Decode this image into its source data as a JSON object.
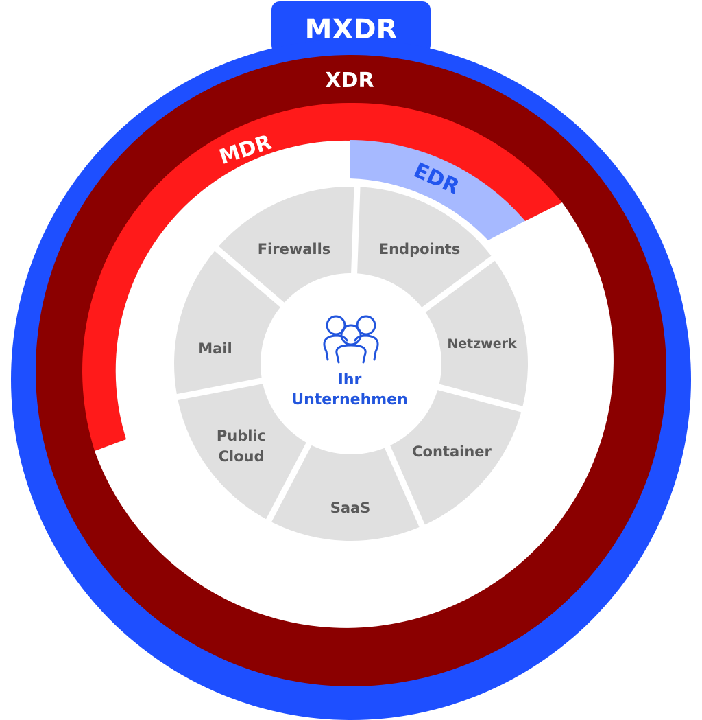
{
  "layers": {
    "mxdr": {
      "label": "MXDR",
      "color": "#1e4fff"
    },
    "xdr": {
      "label": "XDR",
      "color": "#8b0000"
    },
    "mdr": {
      "label": "MDR",
      "color": "#ff1a1a"
    },
    "edr": {
      "label": "EDR",
      "color": "#a6b9ff",
      "text_color": "#2255ee"
    }
  },
  "segments": [
    {
      "id": "endpoints",
      "label": "Endpoints"
    },
    {
      "id": "netzwerk",
      "label": "Netzwerk"
    },
    {
      "id": "container",
      "label": "Container"
    },
    {
      "id": "saas",
      "label": "SaaS"
    },
    {
      "id": "public-cloud",
      "label": "Public",
      "label2": "Cloud"
    },
    {
      "id": "mail",
      "label": "Mail"
    },
    {
      "id": "firewalls",
      "label": "Firewalls"
    }
  ],
  "center": {
    "line1": "Ihr",
    "line2": "Unternehmen",
    "icon": "users-icon",
    "color": "#2255dd"
  },
  "segment_style": {
    "fill": "#e0e0e0",
    "text_color": "#5a5a5a"
  },
  "background": "#ffffff"
}
